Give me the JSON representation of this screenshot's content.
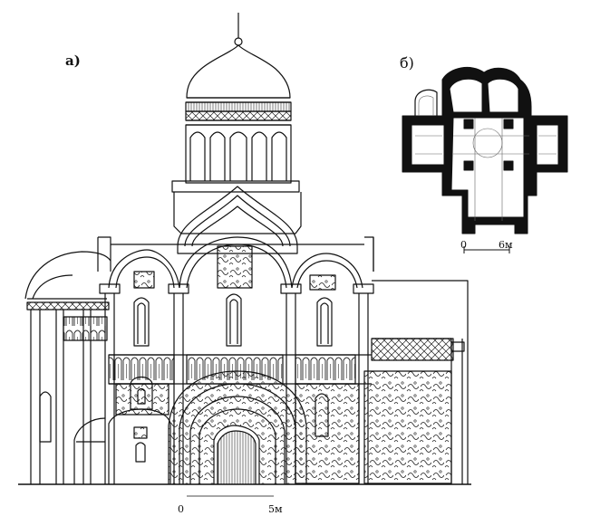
{
  "labels": {
    "elevation": "а)",
    "plan": "б)"
  },
  "plan_scale": {
    "zero": "0",
    "end": "6м"
  },
  "elevation_scale": {
    "zero": "0",
    "end": "5м"
  },
  "colors": {
    "ink": "#111111",
    "paper": "#ffffff"
  }
}
